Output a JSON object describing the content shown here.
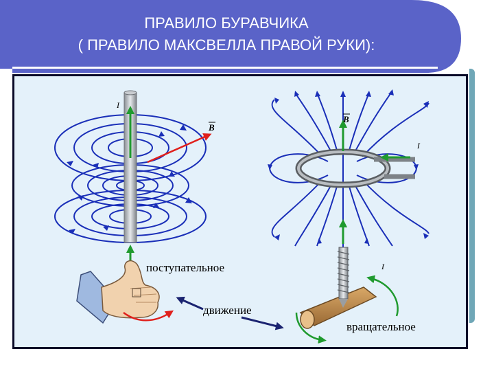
{
  "title": {
    "line1": "ПРАВИЛО БУРАВЧИКА",
    "line2": "( ПРАВИЛО МАКСВЕЛЛА ПРАВОЙ РУКИ):"
  },
  "diagram": {
    "left": {
      "current_label": "I",
      "field_label": "B"
    },
    "right": {
      "current_label": "I",
      "field_label": "B"
    },
    "screw": {
      "current_label": "I"
    }
  },
  "labels": {
    "translational": "поступательное",
    "motion": "движение",
    "rotational": "вращательное"
  },
  "colors": {
    "banner": "#5a63c8",
    "field_lines": "#1a2fb8",
    "current_arrow": "#1f9a2e",
    "vector_arrow": "#e0201c",
    "frame_bg": "#e4f1fa"
  }
}
